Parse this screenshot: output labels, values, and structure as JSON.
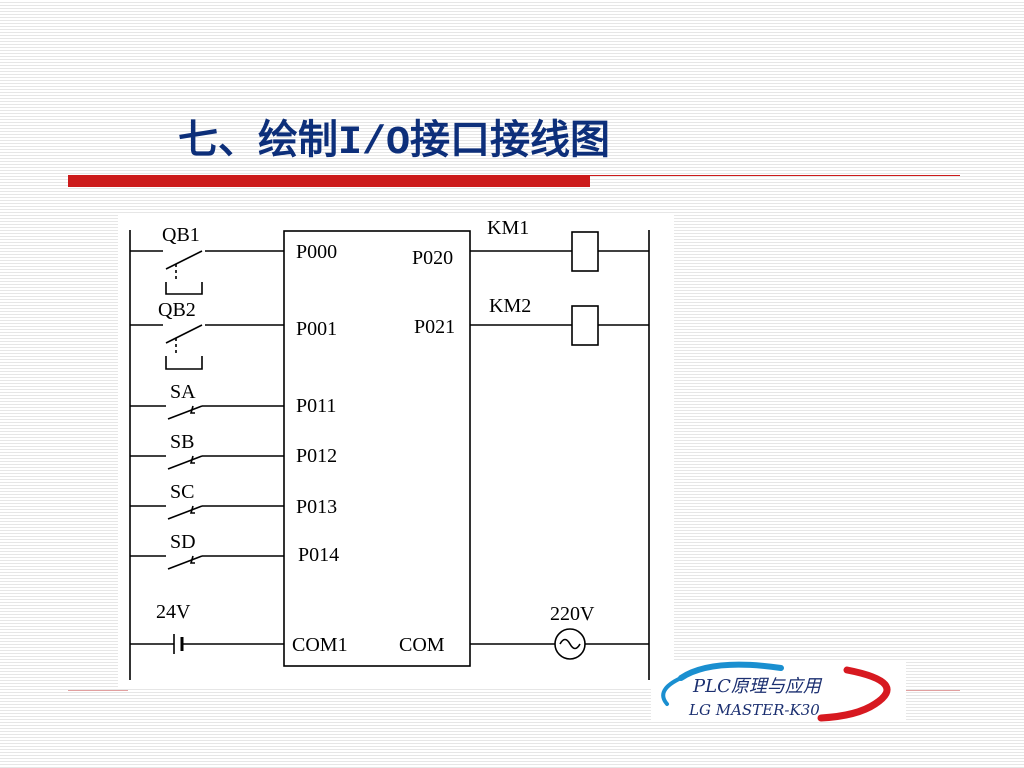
{
  "title": {
    "prefix": "七、绘制",
    "io": "I/O",
    "suffix": "接口接线图"
  },
  "inputs": [
    {
      "device": "QB1",
      "port": "P000"
    },
    {
      "device": "QB2",
      "port": "P001"
    },
    {
      "device": "SA",
      "port": "P011"
    },
    {
      "device": "SB",
      "port": "P012"
    },
    {
      "device": "SC",
      "port": "P013"
    },
    {
      "device": "SD",
      "port": "P014"
    }
  ],
  "outputs": [
    {
      "device": "KM1",
      "port": "P020"
    },
    {
      "device": "KM2",
      "port": "P021"
    }
  ],
  "power": {
    "dc_label": "24V",
    "ac_label": "220V",
    "com1": "COM1",
    "com": "COM"
  },
  "logo": {
    "line1": "PLC原理与应用",
    "line2": "LG MASTER-K30",
    "accent_color": "#d71920",
    "ring_color": "#1a8fd0"
  },
  "colors": {
    "title": "#0d2f7a",
    "bar": "#cc1b1b"
  }
}
